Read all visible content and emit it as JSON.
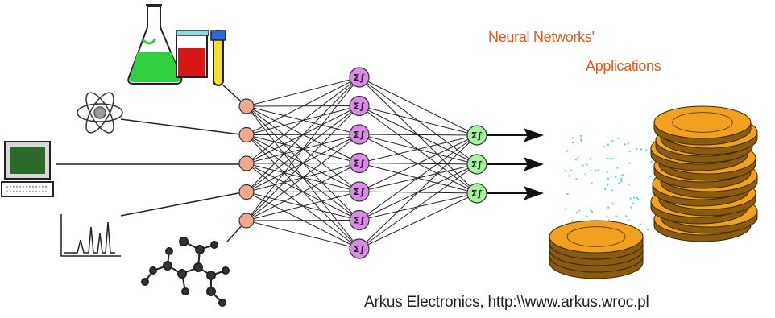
{
  "title": {
    "line1": "Neural Networks'",
    "line2": "Applications"
  },
  "credit": "Arkus Electronics, http:\\\\www.arkus.wroc.pl",
  "network": {
    "input_nodes": 5,
    "hidden_nodes": 7,
    "output_nodes": 3,
    "node_symbol": "Σ∫"
  },
  "inputs": [
    "chemistry-flasks",
    "atom",
    "computer",
    "spectrum",
    "molecule"
  ],
  "output_target": "gold-coins",
  "colors": {
    "title": "#e05a1c",
    "input_node": "#f4a98e",
    "hidden_node": "#d98be6",
    "output_node": "#a6f2a0",
    "coin": "#f2a020",
    "coin_dark": "#8a5a10",
    "dots": "#66c8e8",
    "green_liquid": "#2fd040",
    "red_liquid": "#d81818",
    "tube_yellow": "#f0e030",
    "screen": "#2c6a2c"
  }
}
